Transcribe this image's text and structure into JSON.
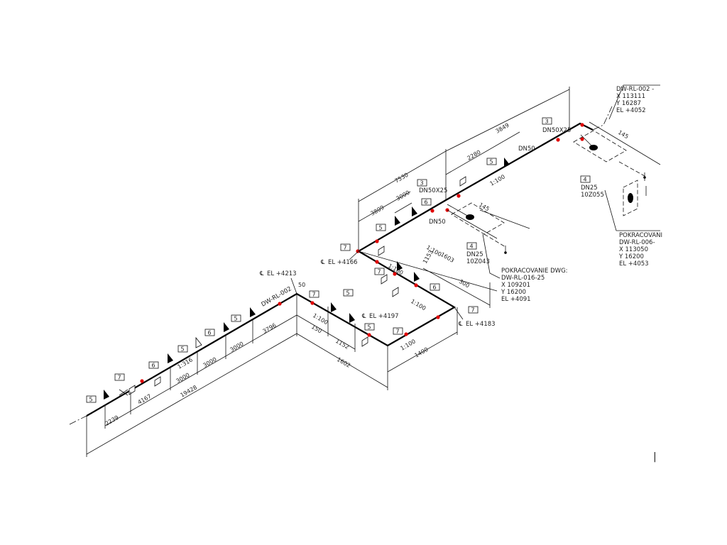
{
  "callouts": {
    "top_right": [
      "DW-RL-002 -",
      "X 113111",
      "Y 16287",
      "EL +4052"
    ],
    "right_mid": [
      "POKRACOVANI",
      "DW-RL-006-",
      "X 113050",
      "Y 16200",
      "EL +4053"
    ],
    "center": [
      "POKRACOVANIE DWG:",
      "DW-RL-016-25",
      "X 109201",
      "Y 16200",
      "EL +4091"
    ]
  },
  "elevations": {
    "el_4213": "EL +4213",
    "el_4166": "EL +4166",
    "el_4197": "EL +4197",
    "el_4183": "EL +4183",
    "centerline_symbol": "℄"
  },
  "line_id": "DW-RL-002",
  "pipe_sizes": {
    "dn50x25_top": "DN50X25",
    "dn50_top": "DN50",
    "dn50x25_mid": "DN50X25",
    "dn50_mid": "DN50",
    "dn25_a": "DN25",
    "tag_a": "10Z043",
    "dn25_b": "DN25",
    "tag_b": "10Z055"
  },
  "dimensions": {
    "d3849": "3849",
    "d2280": "2280",
    "d7530": "7530",
    "d3809": "3809",
    "d3000_top": "3000",
    "d145_a": "145",
    "d145_b": "145",
    "d1603": "1603",
    "d1153": "1153",
    "d300": "300",
    "d1400": "1400",
    "d1602": "1602",
    "d150": "150",
    "d1152": "1152",
    "d3796": "3796",
    "d3000_a": "3000",
    "d3000_b": "3000",
    "d3000_c": "3000",
    "d4167": "4167",
    "d2239": "2239",
    "d19428": "19428",
    "d50": "50"
  },
  "slopes": {
    "s1": "1:100",
    "s2": "1:100",
    "s3": "1:100",
    "s4": "1:100",
    "s5": "1:100",
    "s6": "1:100",
    "s7": "1:316"
  },
  "item_boxes": {
    "b1": "5",
    "b2": "7",
    "b3": "6",
    "b4": "5",
    "b5": "6",
    "b6": "5",
    "b7": "7",
    "b8": "5",
    "b9": "5",
    "b10": "7",
    "b11": "7",
    "b12": "6",
    "b13": "7",
    "b14": "5",
    "b15": "6",
    "b16": "5",
    "b17": "3",
    "b18": "7",
    "b19": "3",
    "b20": "4",
    "b21": "4"
  },
  "colors": {
    "weld_points": "#e00000",
    "linework": "#000000"
  },
  "marker": "|"
}
